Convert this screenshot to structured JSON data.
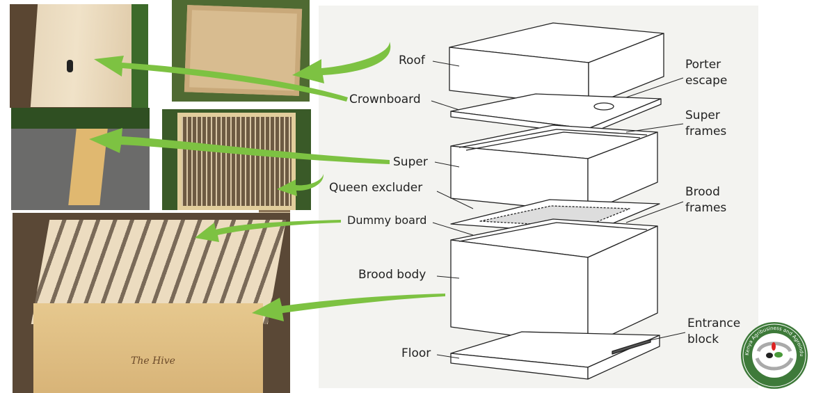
{
  "labels": {
    "roof": "Roof",
    "crownboard": "Crownboard",
    "super": "Super",
    "queen_excluder": "Queen excluder",
    "dummy_board": "Dummy board",
    "brood_body": "Brood body",
    "floor": "Floor",
    "porter_escape": [
      "Porter",
      "escape"
    ],
    "super_frames": [
      "Super",
      "frames"
    ],
    "brood_frames": [
      "Brood",
      "frames"
    ],
    "entrance_block": [
      "Entrance",
      "block"
    ]
  },
  "logo": {
    "text": "Kenya Agribusiness and Agroindustry Alliance"
  },
  "photo_branding": {
    "text": "The Hive"
  },
  "colors": {
    "arrow": "#7dc242",
    "logo_green": "#3e7a3a",
    "wood": "#e3caa0"
  }
}
